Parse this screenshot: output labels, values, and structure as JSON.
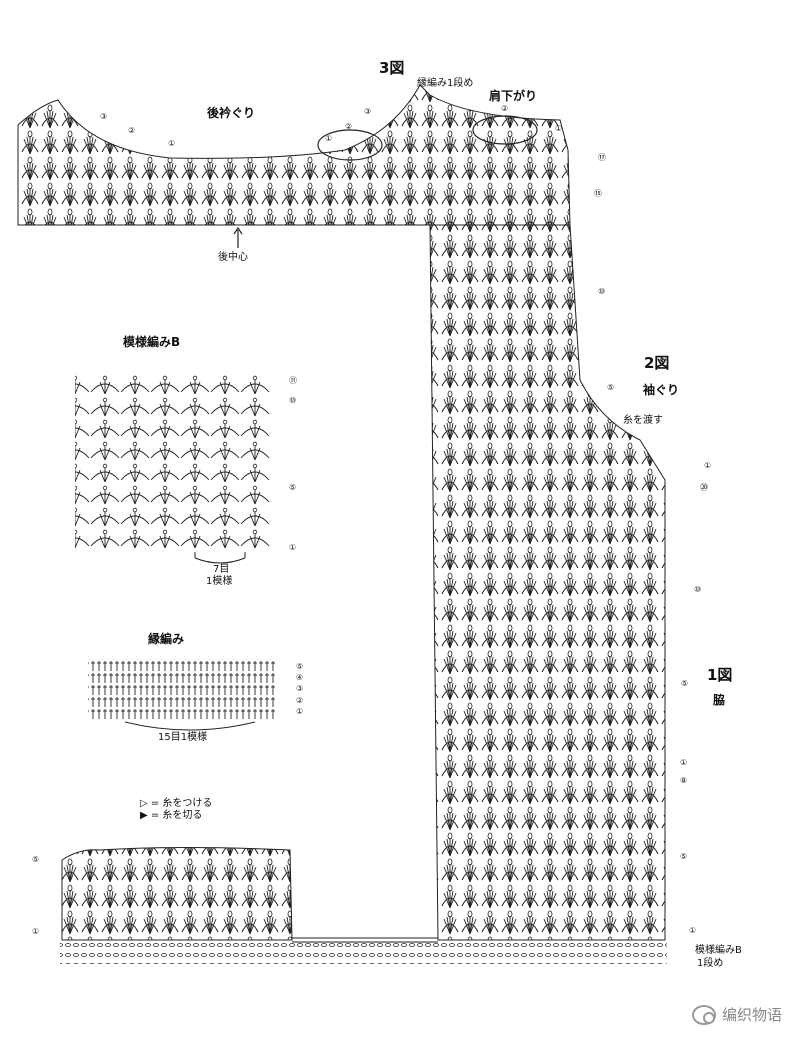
{
  "labels": {
    "fig3": "3図",
    "edge_row1": "縁編み1段め",
    "shoulder_dec": "肩下がり",
    "back_neck": "後衿ぐり",
    "back_center": "後中心",
    "pattern_b": "模様編みB",
    "stitch_7": "7目",
    "repeat_1": "1模様",
    "border": "縁編み",
    "stitch_15_repeat": "15目1模様",
    "legend_attach": "▷ = 糸をつける",
    "legend_cut": "▶ = 糸を切る",
    "fig2": "2図",
    "armhole": "袖ぐり",
    "pass_yarn": "糸を渡す",
    "fig1": "1図",
    "side": "脇",
    "pattern_b_row1_a": "模様編みB",
    "pattern_b_row1_b": "1段め"
  },
  "rows": {
    "neck_3": "③",
    "neck_2": "②",
    "neck_1": "①",
    "shoulder_3": "③",
    "shoulder_2": "②",
    "shoulder_1": "①",
    "r17": "⑰",
    "r15": "⑮",
    "r10": "⑩",
    "armhole_5": "⑤",
    "side_1": "①",
    "side_20": "⑳",
    "side_10": "⑩",
    "side_5": "⑤",
    "left_1": "①",
    "left_8": "⑧",
    "low_5": "⑤",
    "low_1": "①",
    "pb_11": "⑪",
    "pb_10": "⑩",
    "pb_5": "⑤",
    "pb_1": "①",
    "bd_5": "⑤",
    "bd_4": "④",
    "bd_3": "③",
    "bd_2": "②",
    "bd_1": "①",
    "lw_5": "⑤",
    "lw_1": "①"
  },
  "watermark": "编织物语",
  "colors": {
    "ink": "#111111",
    "paper": "#ffffff",
    "watermark": "#888888"
  }
}
